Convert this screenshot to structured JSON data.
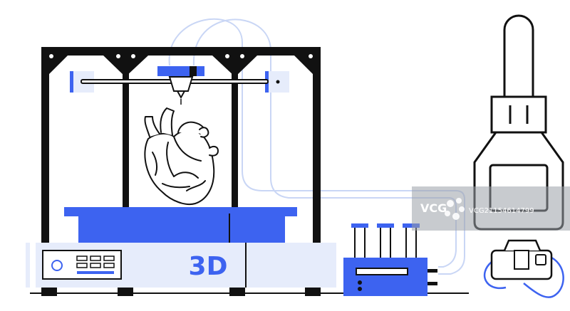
{
  "printer": {
    "label": "3D",
    "accent_color": "#3d63f0",
    "panel_color": "#e6ecfb",
    "tube_color": "#c9d6f5"
  },
  "model": {
    "icon": "anatomical-heart-icon"
  },
  "devices": {
    "vial_rack": {
      "icon": "test-tube-rack-icon"
    },
    "bottle": {
      "icon": "dropper-bottle-icon"
    },
    "headset": {
      "icon": "vr-headset-icon"
    }
  },
  "watermark": {
    "brand": "VCG",
    "id": "VCG21154614799"
  }
}
